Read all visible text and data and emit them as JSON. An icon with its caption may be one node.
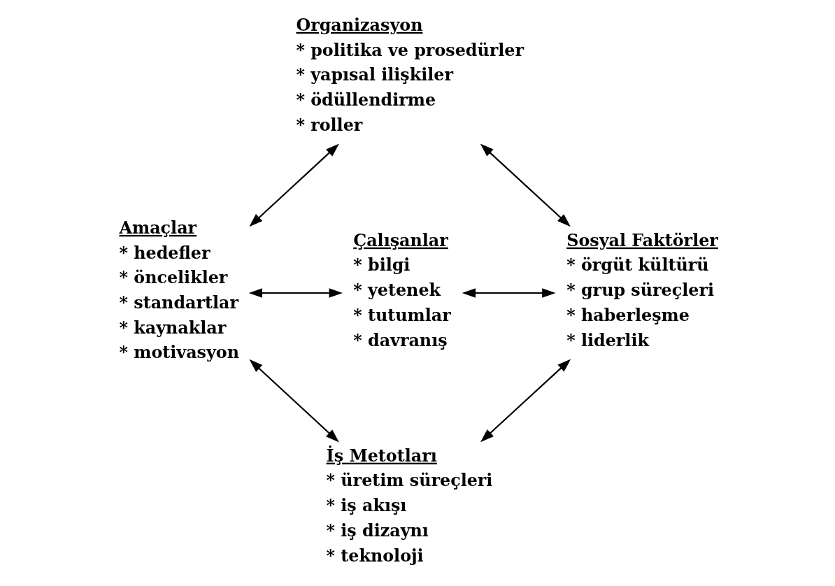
{
  "diagram": {
    "nodes": [
      {
        "text": [
          "Organizasyon",
          "* politika ve prosedürler",
          "* yapısal ilişkiler",
          "* ödüllendirme",
          "* roller"
        ]
      },
      {
        "text": [
          "Amaçlar",
          "* hedefler",
          "* öncelikler",
          "* standartlar",
          "* kaynaklar",
          "* motivasyon"
        ]
      },
      {
        "text": [
          "Çalışanlar",
          "* bilgi",
          "* yetenek",
          "* tutumlar",
          "* davranış"
        ]
      },
      {
        "text": [
          "Sosyal Faktörler",
          "* örgüt kültürü",
          "* grup süreçleri",
          "* haberleşme",
          "* liderlik"
        ]
      },
      {
        "text": [
          "İş Metotları",
          "* üretim süreçleri",
          "* iş akışı",
          "* iş dizaynı",
          "* teknoloji"
        ]
      }
    ],
    "edges": [
      {
        "from": 0,
        "to": 1,
        "arrow": "both"
      },
      {
        "from": 0,
        "to": 3,
        "arrow": "both"
      },
      {
        "from": 1,
        "to": 2,
        "arrow": "both"
      },
      {
        "from": 2,
        "to": 3,
        "arrow": "both"
      },
      {
        "from": 1,
        "to": 4,
        "arrow": "both"
      },
      {
        "from": 3,
        "to": 4,
        "arrow": "both"
      }
    ]
  }
}
